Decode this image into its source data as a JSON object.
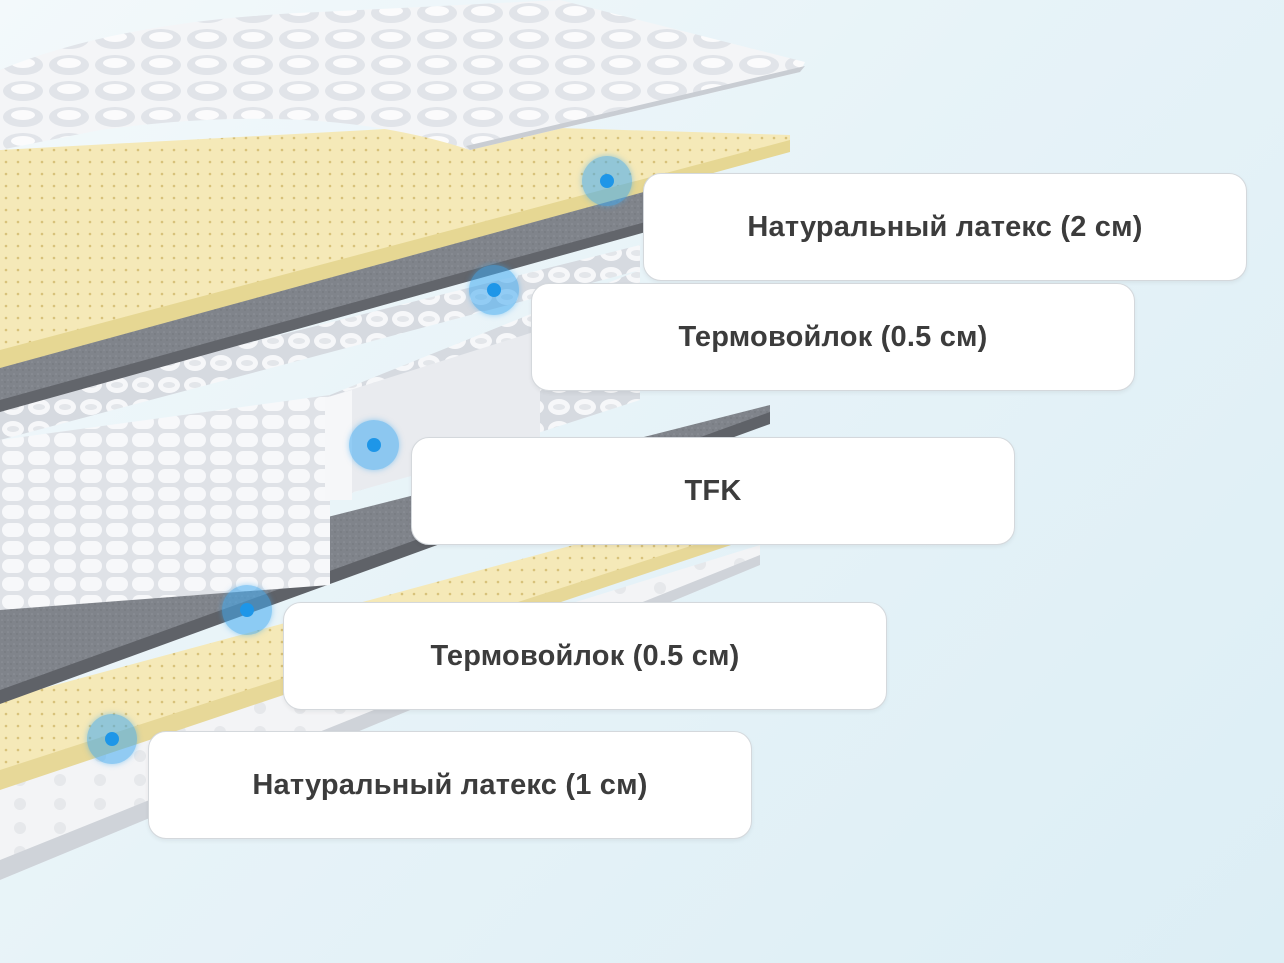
{
  "layers": [
    {
      "label": "Натуральный латекс (2 см)"
    },
    {
      "label": "Термовойлок (0.5 см)"
    },
    {
      "label": "TFK"
    },
    {
      "label": "Термовойлок (0.5 см)"
    },
    {
      "label": "Натуральный латекс (1 см)"
    }
  ],
  "colors": {
    "latex": "#f3e6b3",
    "felt": "#7d8087",
    "springs": "#eef0f3",
    "cover": "#f4f5f7",
    "marker": "#1e96e8"
  }
}
